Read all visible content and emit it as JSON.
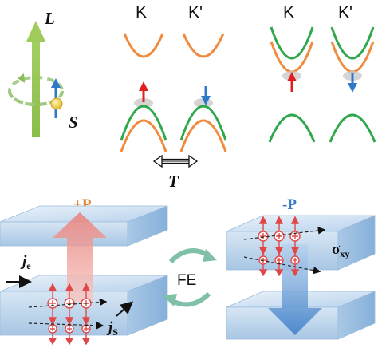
{
  "labels": {
    "L": "L",
    "S": "S",
    "K1": "K",
    "Kp1": "K'",
    "K2": "K",
    "Kp2": "K'",
    "T": "T",
    "plusP": "+P",
    "minusP": "-P",
    "je_base": "j",
    "je_sub": "e",
    "js_base": "j",
    "js_sub": "S",
    "FE": "FE",
    "sigma_base": "σ",
    "sigma_sub": "xy"
  },
  "colors": {
    "orange": "#f08a3c",
    "green": "#2ea84a",
    "red": "#e02020",
    "blue": "#2f79c9",
    "plusP": "#e5802d",
    "minusP": "#3a7bc8",
    "slab_top": "#c8dcef",
    "slab_side": "#9dc0e2",
    "cyclic_arrow": "#7fc0a7",
    "axis_green": "#8bc34a"
  },
  "icons": [
    "angular-momentum-arrow-icon",
    "spin-arrow-icon",
    "double-arrow-icon",
    "polarization-arrow-icon",
    "cyclic-arrows-icon"
  ]
}
